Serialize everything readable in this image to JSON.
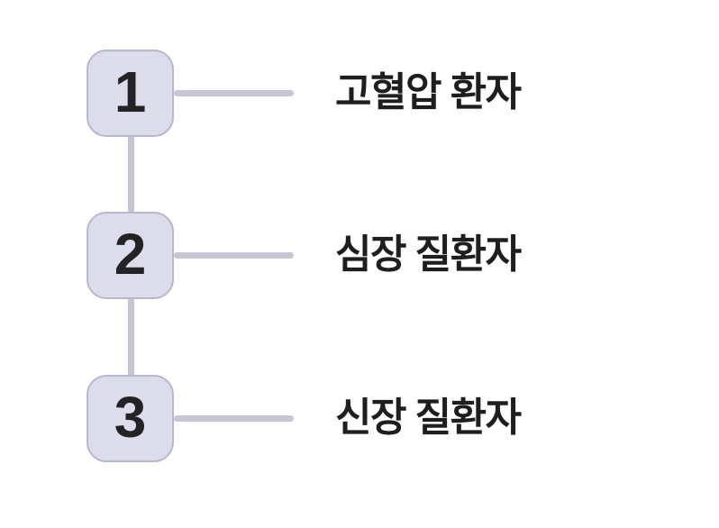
{
  "theme": {
    "background": "#ffffff",
    "accent_fill": "#dcdcea",
    "accent_border": "#b7b7cd",
    "connector_color": "#c5c5d4",
    "number_color": "#232326",
    "text_color": "#1e1e21"
  },
  "diagram": {
    "type": "numbered-step-list",
    "items": [
      {
        "number": "1",
        "label": "고혈압 환자"
      },
      {
        "number": "2",
        "label": "심장 질환자"
      },
      {
        "number": "3",
        "label": "신장 질환자"
      }
    ]
  }
}
